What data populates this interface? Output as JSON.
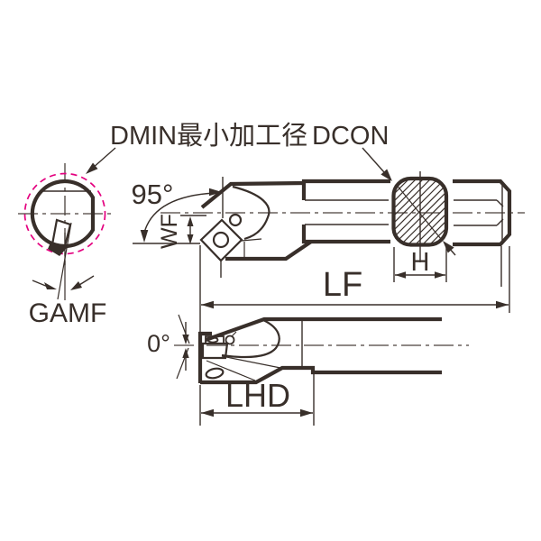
{
  "diagram": {
    "title_implied": "boring-bar-dimension-diagram",
    "labels": {
      "dmin": "DMIN最小加工径",
      "dcon": "DCON",
      "angle_main": "95°",
      "wf": "WF",
      "gamf": "GAMF",
      "lf": "LF",
      "h": "H",
      "angle_zero": "0°",
      "lhd": "LHD"
    },
    "colors": {
      "line": "#382f2a",
      "magenta": "#e4007f",
      "insert_fill": "#d7d5d1",
      "background": "#ffffff"
    }
  }
}
